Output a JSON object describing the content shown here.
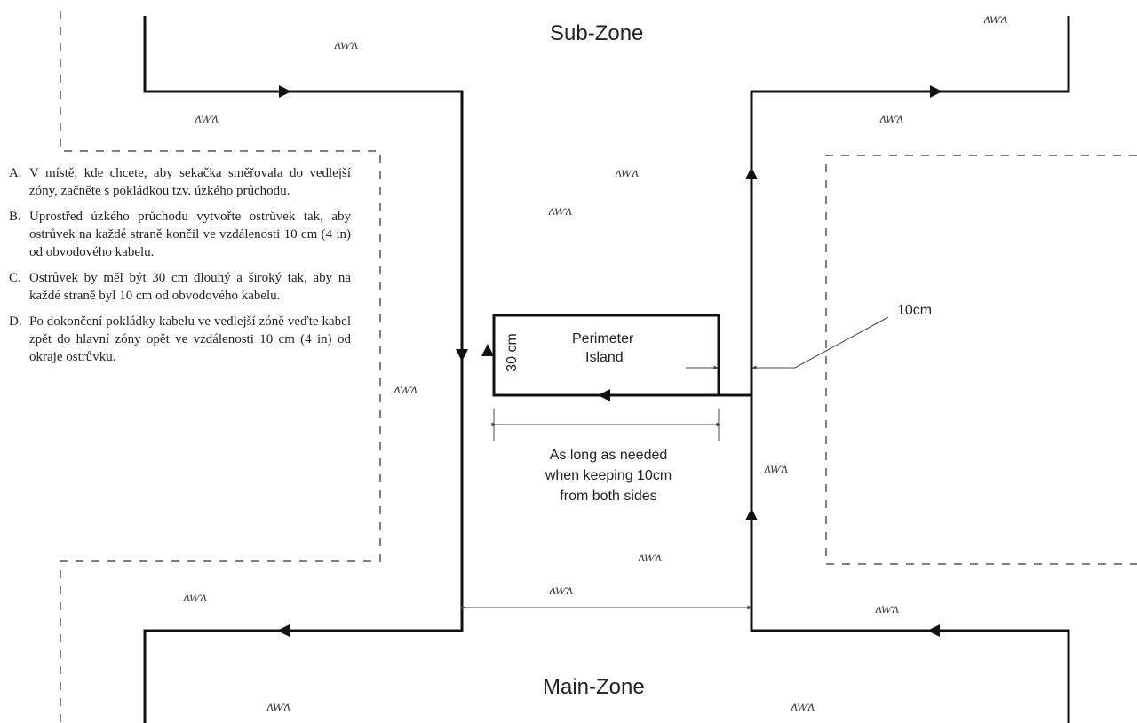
{
  "zones": {
    "sub_zone": "Sub-Zone",
    "main_zone": "Main-Zone"
  },
  "island": {
    "title_line1": "Perimeter",
    "title_line2": "Island",
    "height_label": "30 cm"
  },
  "callout_distance": "10cm",
  "length_note": {
    "line1": "As long as needed",
    "line2": "when keeping 10cm",
    "line3": "from both sides"
  },
  "steps": [
    {
      "letter": "A.",
      "text": "V místě, kde chcete, aby sekačka směřovala do vedlejší zóny, začněte s pokládkou tzv. úzkého průchodu."
    },
    {
      "letter": "B.",
      "text": "Uprostřed úzkého průchodu vytvořte ostrůvek tak, aby ostrůvek na každé straně končil ve vzdálenosti 10 cm (4 in) od obvodového kabelu."
    },
    {
      "letter": "C.",
      "text": "Ostrůvek by měl být 30 cm dlouhý a široký tak, aby na každé straně byl 10 cm od obvodového kabelu."
    },
    {
      "letter": "D.",
      "text": "Po dokončení pokládky kabelu ve vedlejší zóně veďte kabel zpět do hlavní zóny opět ve vzdálenosti 10 cm (4 in) od okraje ostrůvku."
    }
  ],
  "grass_icons": [
    "grass-icon"
  ],
  "colors": {
    "wire": "#111111",
    "dash": "#555555"
  }
}
